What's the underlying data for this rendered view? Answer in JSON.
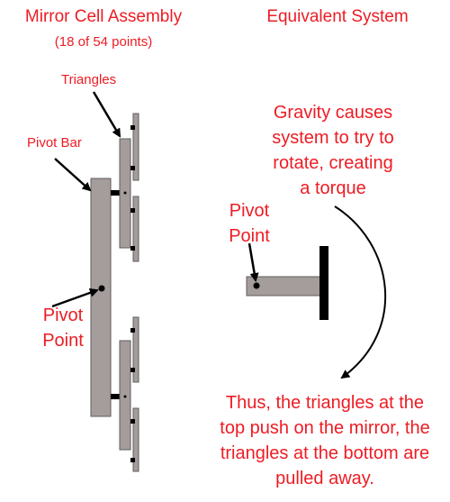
{
  "left": {
    "title": "Mirror Cell Assembly",
    "subtitle": "(18 of 54 points)",
    "triangles_label": "Triangles",
    "pivot_bar_label": "Pivot Bar",
    "pivot_point_lines": [
      "Pivot",
      "Point"
    ]
  },
  "right": {
    "title": "Equivalent System",
    "gravity_lines": [
      "Gravity causes",
      "system to try to",
      "rotate, creating",
      "a torque"
    ],
    "pivot_point_lines": [
      "Pivot",
      "Point"
    ],
    "thus_lines": [
      "Thus, the triangles at the",
      "top push on the mirror, the",
      "triangles at the bottom are",
      "pulled away."
    ]
  },
  "colors": {
    "label": "#ed1c24",
    "part": "#a59c9c",
    "outline": "#5e5e5e",
    "dark": "#000000"
  }
}
